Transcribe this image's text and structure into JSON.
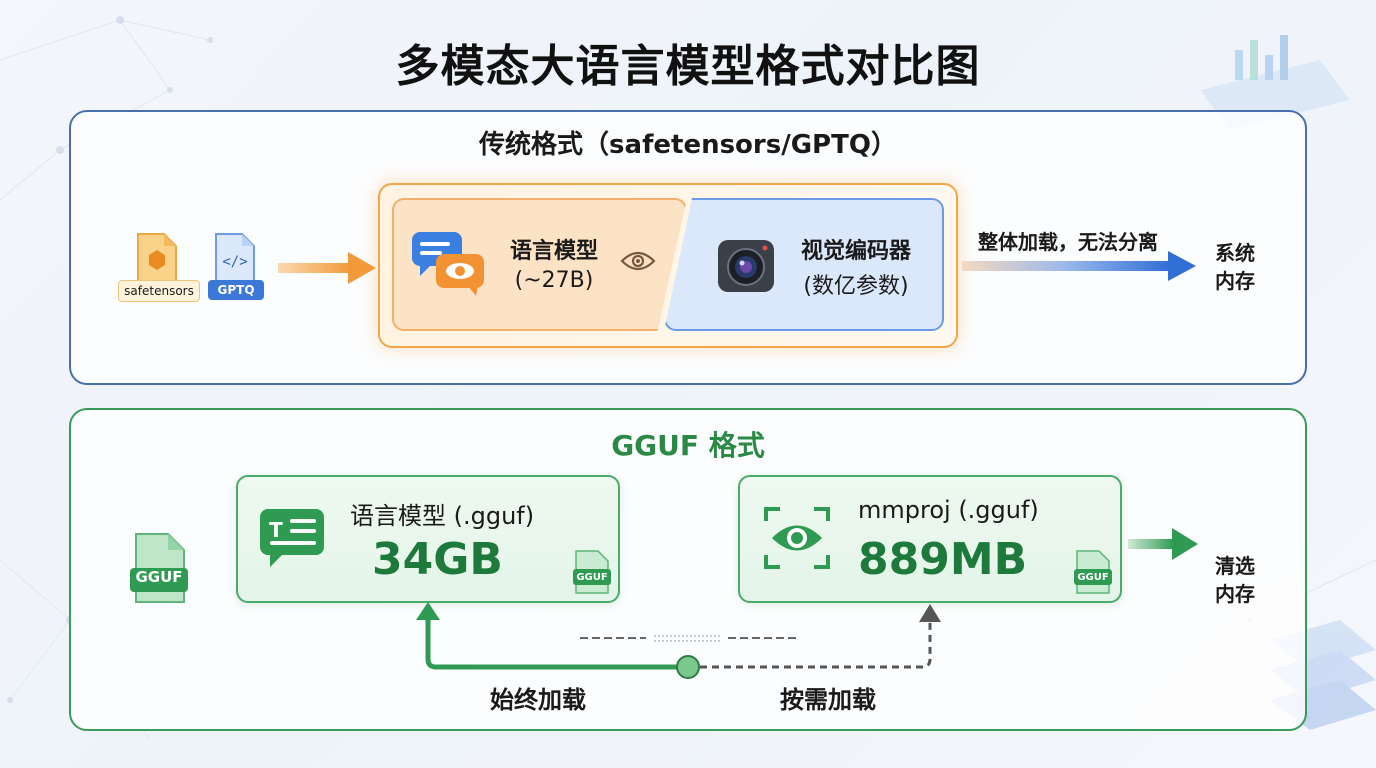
{
  "title": "多模态大语言模型格式对比图",
  "traditional": {
    "heading": "传统格式（safetensors/GPTQ）",
    "file_safetensors": "safetensors",
    "file_gptq": "GPTQ",
    "language_model": {
      "name": "语言模型",
      "size": "(~27B)"
    },
    "vision_encoder": {
      "name": "视觉编码器",
      "size": "(数亿参数)"
    },
    "arrow_label": "整体加载，无法分离",
    "destination": [
      "系统",
      "内存"
    ]
  },
  "gguf": {
    "heading": "GGUF 格式",
    "file_gguf": "GGUF",
    "language_model": {
      "name": "语言模型 (.gguf)",
      "size": "34GB",
      "tag": "GGUF"
    },
    "mmproj": {
      "name": "mmproj (.gguf)",
      "size": "889MB",
      "tag": "GGUF"
    },
    "destination": [
      "清选",
      "内存"
    ],
    "always_load": "始终加载",
    "on_demand_load": "按需加载"
  },
  "colors": {
    "orange": "#f29a3a",
    "blue": "#3b78d8",
    "green": "#2f9a52",
    "gray_dash": "#555555"
  }
}
